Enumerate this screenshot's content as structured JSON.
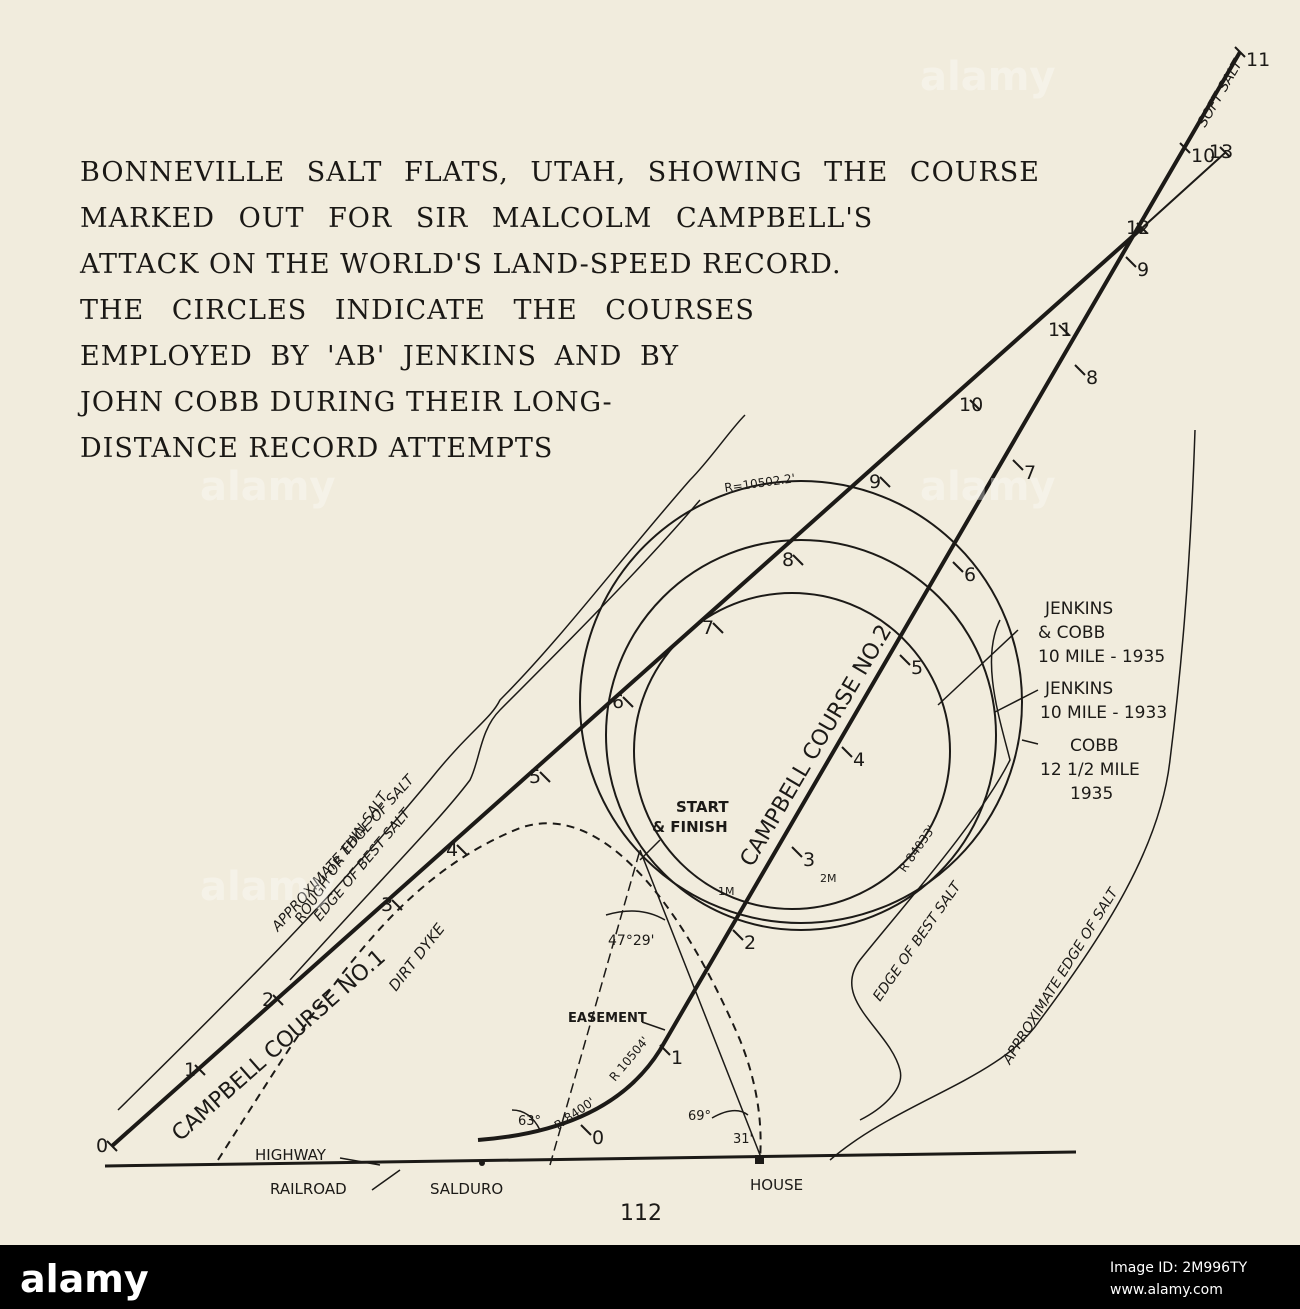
{
  "caption": {
    "lines": [
      "BONNEVILLE SALT FLATS, UTAH, SHOWING THE COURSE",
      "MARKED OUT FOR SIR MALCOLM CAMPBELL'S",
      "ATTACK ON THE WORLD'S LAND-SPEED RECORD.",
      "THE CIRCLES INDICATE THE COURSES",
      "EMPLOYED BY 'AB' JENKINS AND BY",
      "JOHN COBB DURING THEIR LONG-",
      "DISTANCE RECORD ATTEMPTS"
    ]
  },
  "courses": {
    "course1": {
      "label": "CAMPBELL COURSE NO.1",
      "markers": [
        "0",
        "1",
        "2",
        "3",
        "4",
        "5",
        "6",
        "7",
        "8",
        "9",
        "10",
        "11",
        "12",
        "13"
      ]
    },
    "course2": {
      "label": "CAMPBELL COURSE NO.2",
      "markers": [
        "0",
        "1",
        "2",
        "3",
        "4",
        "5",
        "6",
        "7",
        "8",
        "9",
        "10",
        "11"
      ]
    },
    "soft_salt": "SOFT SALT"
  },
  "circles": {
    "jenkins_cobb_1935": "JENKINS & COBB 10 MILE - 1935",
    "jenkins_1933": "JENKINS 10 MILE - 1933",
    "cobb_1935": "COBB 12 1/2 MILE 1935",
    "radius_large": "R=10502.2'",
    "radius_small": "R 84033'",
    "mile_1": "1M",
    "mile_2": "2M"
  },
  "annotations": {
    "start_finish": "START & FINISH",
    "easement": "EASEMENT",
    "angle_top": "47°29'",
    "angle_63": "63°",
    "angle_69": "69°",
    "angle_31": "31'",
    "r_8400": "R 8400'",
    "r_10504": "R 10504'",
    "approx_edge_left": "APPROXIMATE EDGE OF SALT",
    "rough_thin": "ROUGH OR THIN SALT",
    "edge_best_left": "EDGE OF BEST SALT",
    "dirt_dyke": "DIRT DYKE",
    "edge_best_right": "EDGE OF BEST SALT",
    "approx_edge_right": "APPROXIMATE EDGE OF SALT"
  },
  "legend": {
    "highway": "HIGHWAY",
    "railroad": "RAILROAD",
    "salduro": "SALDURO",
    "house": "HOUSE"
  },
  "page_number": "112",
  "watermark": "alamy",
  "image_id": "2M996TY",
  "site": "www.alamy.com"
}
